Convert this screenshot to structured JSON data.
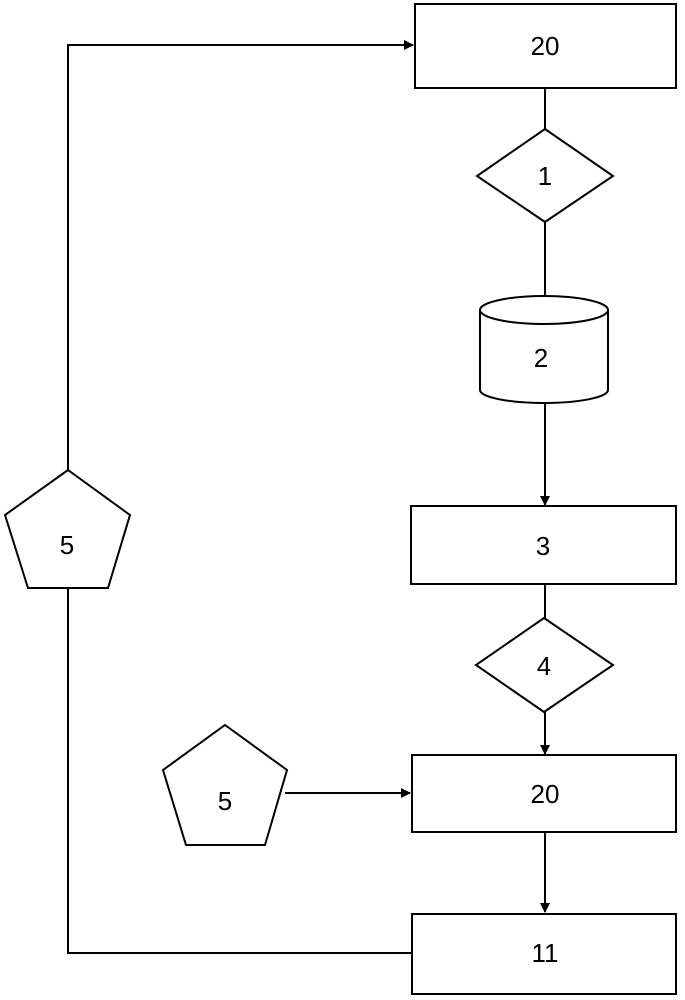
{
  "diagram": {
    "nodes": {
      "box_top": {
        "label": "20",
        "shape": "rectangle"
      },
      "diamond_1": {
        "label": "1",
        "shape": "diamond"
      },
      "cylinder_2": {
        "label": "2",
        "shape": "cylinder"
      },
      "box_3": {
        "label": "3",
        "shape": "rectangle"
      },
      "diamond_4": {
        "label": "4",
        "shape": "diamond"
      },
      "box_20_lower": {
        "label": "20",
        "shape": "rectangle"
      },
      "box_11": {
        "label": "11",
        "shape": "rectangle"
      },
      "pentagon_left": {
        "label": "5",
        "shape": "pentagon"
      },
      "pentagon_lower": {
        "label": "5",
        "shape": "pentagon"
      }
    },
    "edges": [
      {
        "from": "box_top",
        "to": "diamond_1",
        "arrow": false
      },
      {
        "from": "diamond_1",
        "to": "cylinder_2",
        "arrow": false
      },
      {
        "from": "cylinder_2",
        "to": "box_3",
        "arrow": true
      },
      {
        "from": "box_3",
        "to": "diamond_4",
        "arrow": false
      },
      {
        "from": "diamond_4",
        "to": "box_20_lower",
        "arrow": true
      },
      {
        "from": "box_20_lower",
        "to": "box_11",
        "arrow": true
      },
      {
        "from": "pentagon_lower",
        "to": "box_20_lower",
        "arrow": true
      },
      {
        "from": "box_11",
        "to": "pentagon_left",
        "arrow": false
      },
      {
        "from": "pentagon_left",
        "to": "box_top",
        "arrow": true
      }
    ],
    "colors": {
      "stroke": "#000000",
      "fill": "#ffffff",
      "background": "#ffffff"
    }
  }
}
